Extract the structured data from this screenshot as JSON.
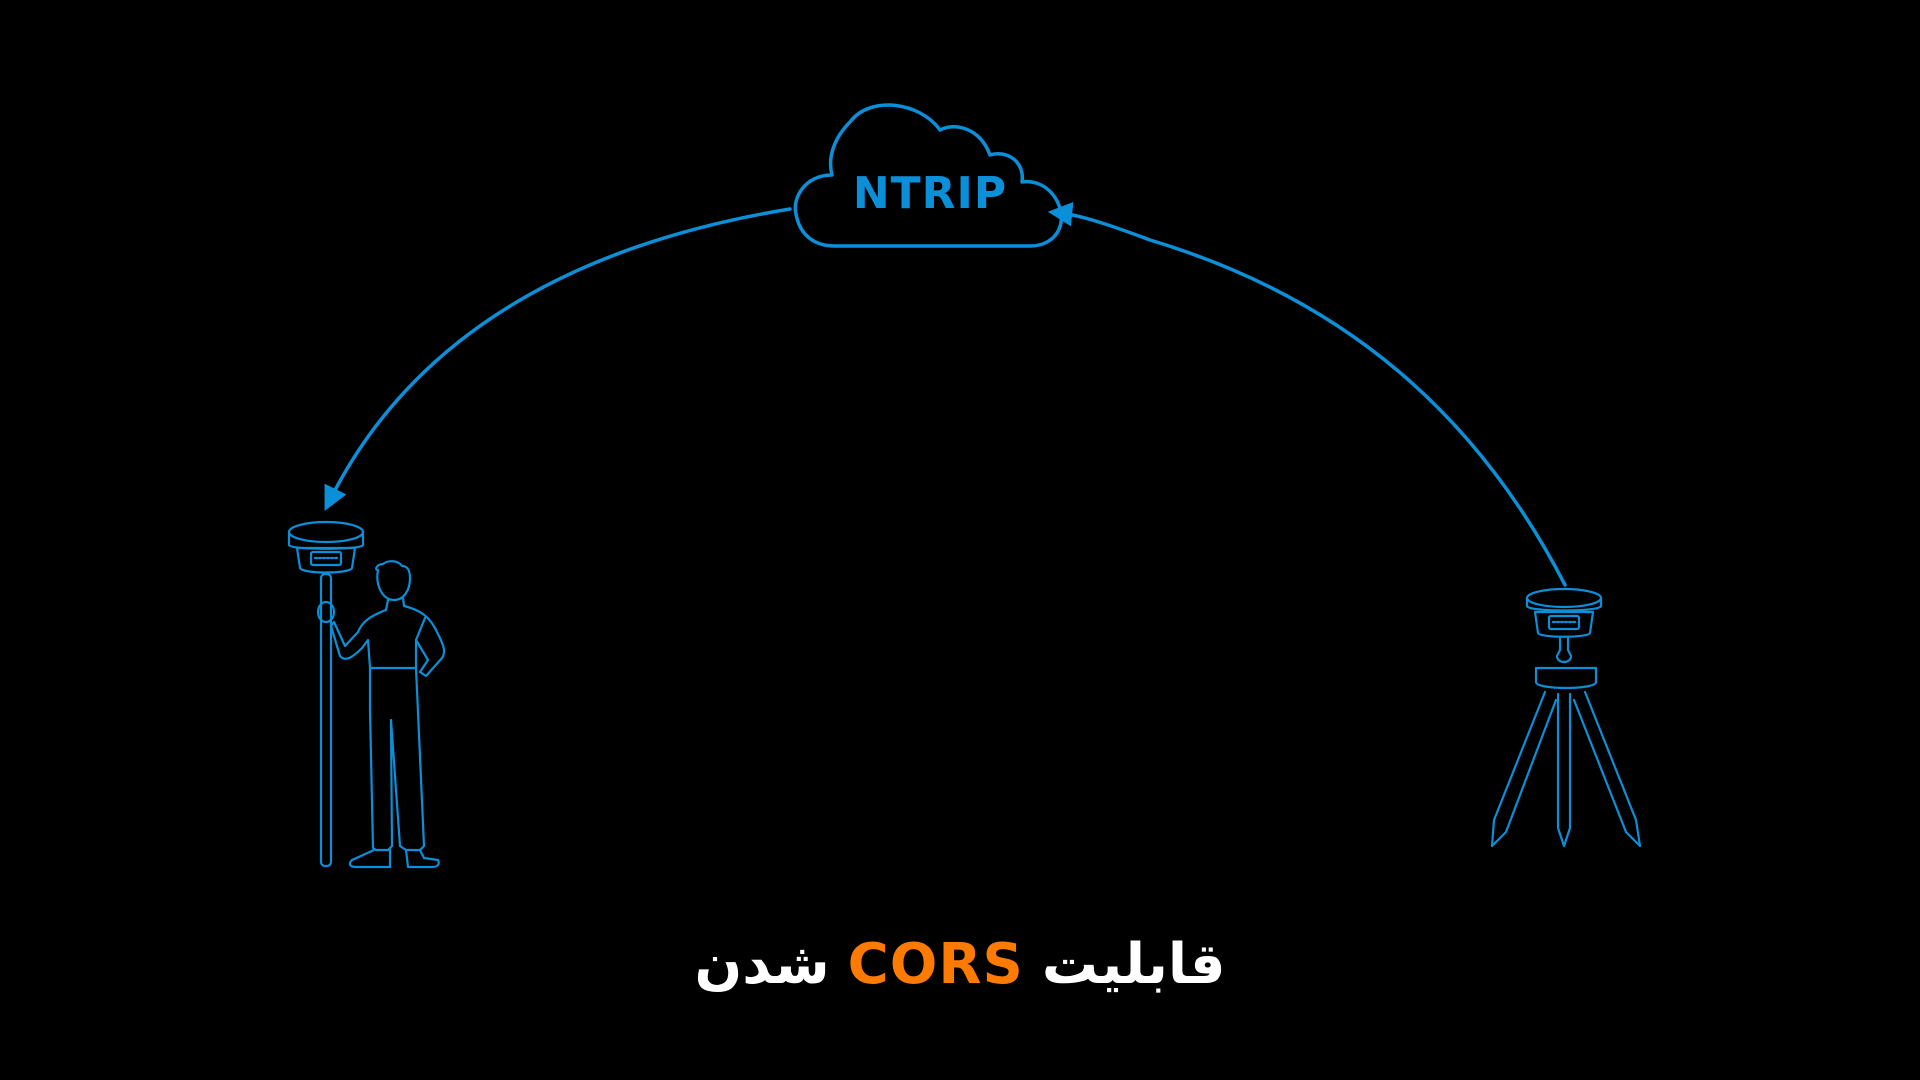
{
  "cloud": {
    "label": "NTRIP"
  },
  "caption": {
    "before": "قابلیت",
    "highlight": "CORS",
    "after": "شدن"
  },
  "colors": {
    "background": "#000000",
    "line": "#0a8fd8",
    "caption_text": "#ffffff",
    "highlight": "#ff7a00"
  },
  "icons": {
    "rover": "surveyor-with-gnss-rover-icon",
    "base": "gnss-base-on-tripod-icon",
    "cloud": "cloud-icon"
  }
}
